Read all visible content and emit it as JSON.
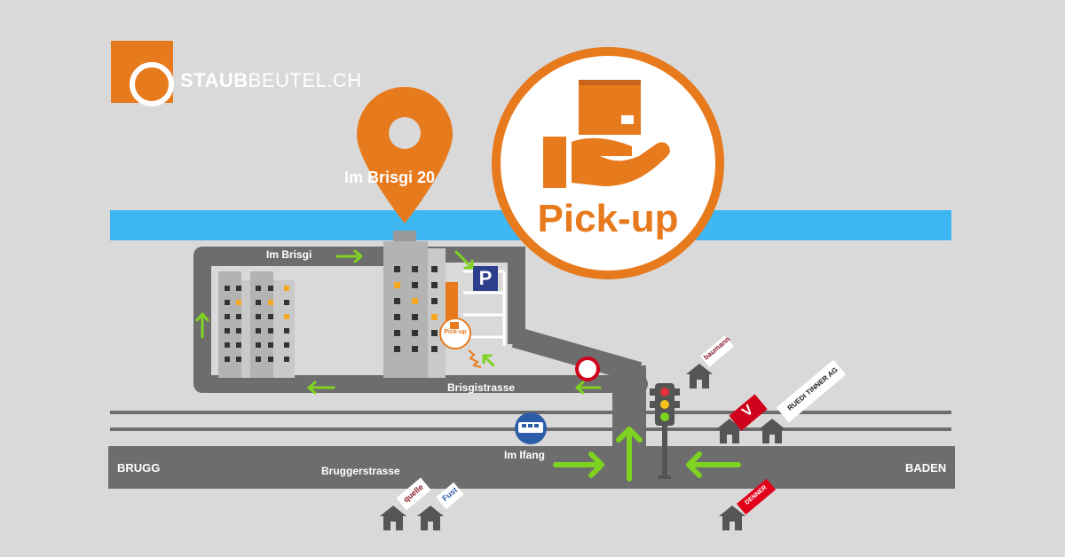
{
  "brand": {
    "name_bold": "STAUB",
    "name_regular": "BEUTEL.CH",
    "colors": {
      "orange": "#e87a1e",
      "river": "#3db6f2",
      "road": "#6d6d6d",
      "arrow": "#7ed321",
      "building": "#b3b3b3"
    }
  },
  "location": {
    "address": "Im Brisgi 20",
    "pin_icon": "map-pin-icon"
  },
  "pickup": {
    "label": "Pick-up",
    "icon": "hand-with-package-icon"
  },
  "streets": {
    "im_brisgi": "Im Brisgi",
    "brisgistrasse": "Brisgistrasse",
    "bruggerstrasse": "Bruggerstrasse",
    "im_ifang": "Im Ifang"
  },
  "directions": {
    "west": "BRUGG",
    "east": "BADEN"
  },
  "parking": {
    "label": "P"
  },
  "shops": {
    "baumann": "baumann",
    "volg": "V",
    "tinner": "RUEDI TINNER AG",
    "quelle": "quelle",
    "fust": "Fust",
    "denner": "DENNER"
  },
  "icons": [
    "map-pin-icon",
    "parking-icon",
    "bus-stop-icon",
    "traffic-light-icon",
    "no-entry-icon",
    "house-icon",
    "arrow-icon"
  ]
}
